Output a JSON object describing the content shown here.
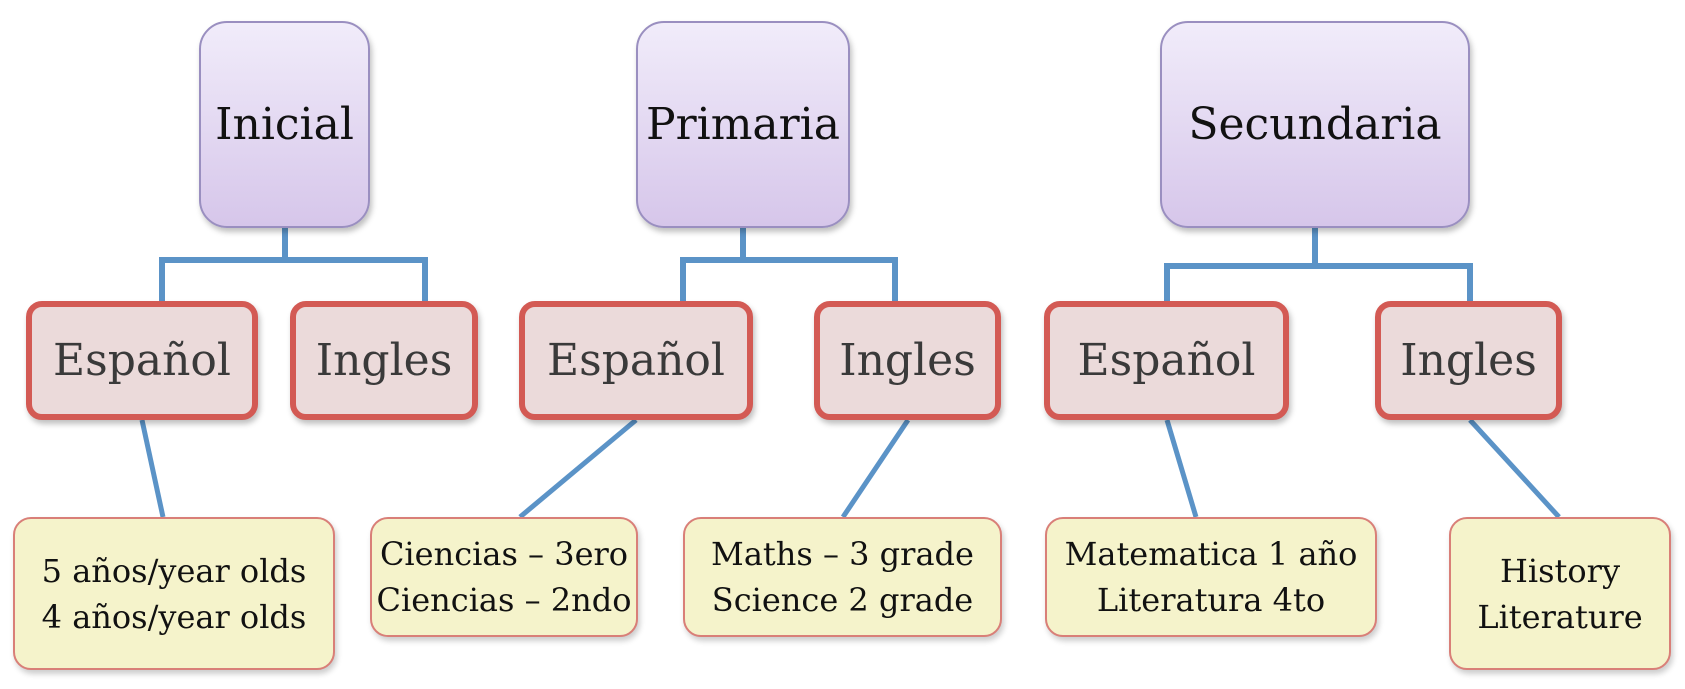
{
  "colors": {
    "connector": "#5b93c7",
    "top_fill": "#e2d6f2",
    "mid_border": "#d35a54",
    "leaf_fill": "#f5f3cb"
  },
  "groups": [
    {
      "title": "Inicial",
      "children": [
        {
          "label": "Español",
          "leaf": [
            "5 años/year olds",
            "4 años/year olds"
          ]
        },
        {
          "label": "Ingles"
        }
      ]
    },
    {
      "title": "Primaria",
      "children": [
        {
          "label": "Español",
          "leaf": [
            "Ciencias – 3ero",
            "Ciencias – 2ndo"
          ]
        },
        {
          "label": "Ingles",
          "leaf": [
            "Maths – 3 grade",
            "Science 2 grade"
          ]
        }
      ]
    },
    {
      "title": "Secundaria",
      "children": [
        {
          "label": "Español",
          "leaf": [
            "Matematica 1 año",
            "Literatura 4to"
          ]
        },
        {
          "label": "Ingles",
          "leaf": [
            "History",
            "Literature"
          ]
        }
      ]
    }
  ]
}
